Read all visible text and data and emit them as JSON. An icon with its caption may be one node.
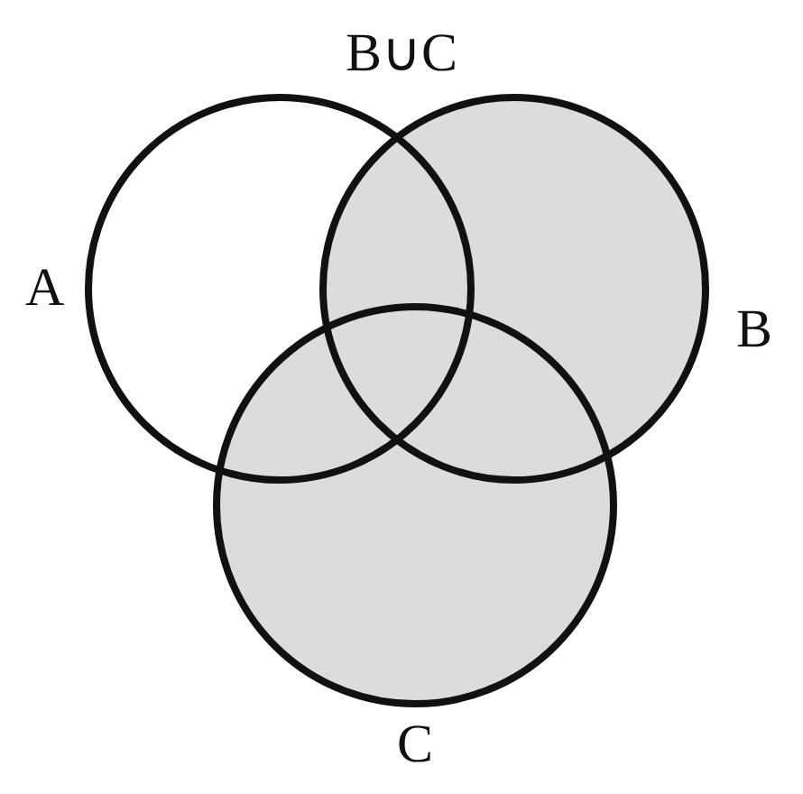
{
  "diagram": {
    "title": "B∪C",
    "nodes": [
      {
        "text": [
          "A"
        ]
      },
      {
        "text": [
          "B"
        ]
      },
      {
        "text": [
          "C"
        ]
      }
    ]
  }
}
